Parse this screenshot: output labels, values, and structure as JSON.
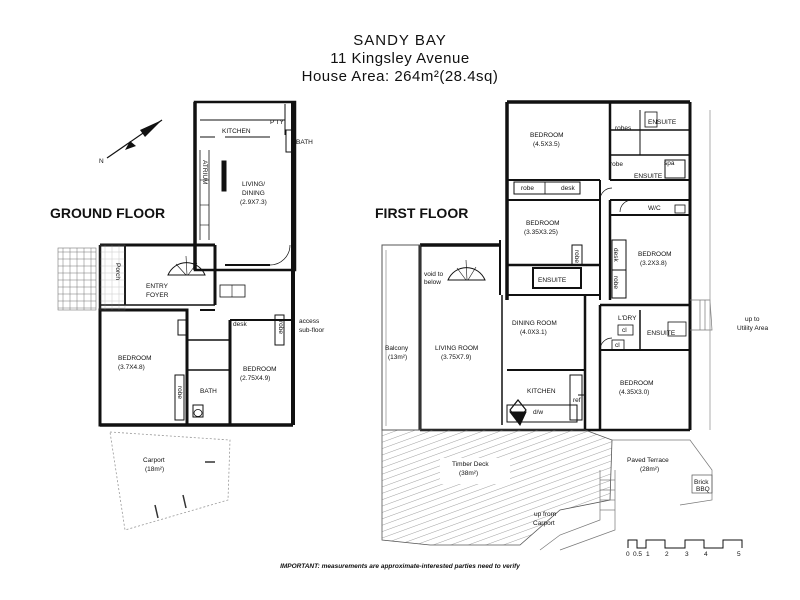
{
  "header": {
    "title": "SANDY BAY",
    "address": "11 Kingsley Avenue",
    "area": "House Area: 264m²(28.4sq)"
  },
  "floors": {
    "ground": "GROUND FLOOR",
    "first": "FIRST FLOOR"
  },
  "compass": "N",
  "rooms": {
    "kitchen_g": "KITCHEN",
    "pty": "P'TY",
    "bath_g_top": "BATH",
    "atrium": "ATRIUM",
    "living_dining_g": "LIVING/",
    "living_dining_g2": "DINING",
    "living_dining_g3": "(2.9X7.3)",
    "porch": "Porch",
    "entry": "ENTRY",
    "foyer": "FOYER",
    "desk_g": "desk",
    "robe_g": "robe",
    "access": "access",
    "subfloor": "sub-floor",
    "bed_g1": "BEDROOM",
    "bed_g1_dim": "(3.7X4.8)",
    "bed_g2": "BEDROOM",
    "bed_g2_dim": "(2.75X4.9)",
    "robe_g2": "robe",
    "bath_g": "BATH",
    "carport": "Carport",
    "carport_area": "(18m²)",
    "bed_f1": "BEDROOM",
    "bed_f1_dim": "(4.5X3.5)",
    "robes_f": "robes",
    "ensuite_f1": "ENSUITE",
    "robe_f1": "robe",
    "spa": "spa",
    "ensuite_f2": "ENSUITE",
    "robe_f2": "robe",
    "desk_f": "desk",
    "wc": "W/C",
    "bed_f2": "BEDROOM",
    "bed_f2_dim": "(3.35X3.25)",
    "desk_f2": "desk",
    "bed_f3": "BEDROOM",
    "bed_f3_dim": "(3.2X3.8)",
    "void": "void to",
    "void2": "below",
    "ensuite_f3": "ENSUITE",
    "robe_f3": "robe",
    "robe_f4": "robe",
    "ldry": "L'DRY",
    "cl1": "cl",
    "cl2": "cl",
    "ensuite_f4": "ENSUITE",
    "dining": "DINING ROOM",
    "dining_dim": "(4.0X3.1)",
    "balcony": "Balcony",
    "balcony_area": "(13m²)",
    "living": "LIVING ROOM",
    "living_dim": "(3.75X7.9)",
    "kitchen_f": "KITCHEN",
    "dw": "d/w",
    "ref": "ref",
    "bed_f4": "BEDROOM",
    "bed_f4_dim": "(4.35X3.0)",
    "up_utility": "up to",
    "up_utility2": "Utility Area",
    "timber": "Timber Deck",
    "timber_area": "(38m²)",
    "paved": "Paved Terrace",
    "paved_area": "(28m²)",
    "brick": "Brick",
    "bbq": "BBQ",
    "up_from": "up from",
    "up_from2": "Carport"
  },
  "scale": {
    "ticks": [
      "0",
      "0.5",
      "1",
      "2",
      "3",
      "4",
      "5"
    ]
  },
  "note": "IMPORTANT: measurements are approximate-interested parties need to verify"
}
